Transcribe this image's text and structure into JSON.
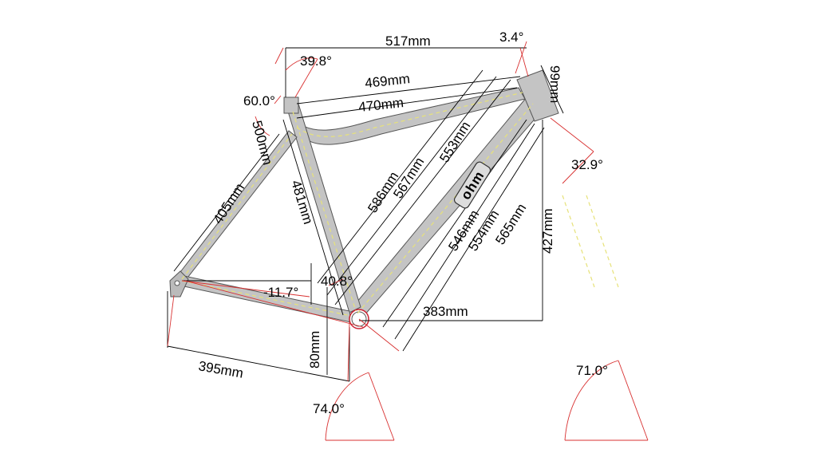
{
  "brand": {
    "logo_text": "ohm"
  },
  "dimensions": {
    "top_tube_effective": "517mm",
    "head_angle_offset": "3.4°",
    "seat_cluster_angle": "39.8°",
    "head_tube_length": "99mm",
    "top_tube_upper": "469mm",
    "top_tube_lower": "470mm",
    "seat_stay_angle": "60.0°",
    "seat_tube_extension": "500mm",
    "head_tube_angle_small": "32.9°",
    "seat_stay_length": "405mm",
    "seat_tube_length": "481mm",
    "diag_586": "586mm",
    "diag_567": "567mm",
    "diag_553": "553mm",
    "diag_546": "546mm",
    "diag_554": "554mm",
    "diag_565": "565mm",
    "stack_427": "427mm",
    "chainstay_drop_angle": "-11.7°",
    "bb_angle": "40.8°",
    "reach_383": "383mm",
    "bb_drop": "80mm",
    "chainstay_395": "395mm",
    "seat_angle": "74.0°",
    "head_angle": "71.0°"
  },
  "colors": {
    "frame_fill": "#c4c4c4",
    "frame_stroke": "#555555",
    "dim_line": "#000000",
    "red_line": "#d83030",
    "centerline": "#e7e27a"
  }
}
